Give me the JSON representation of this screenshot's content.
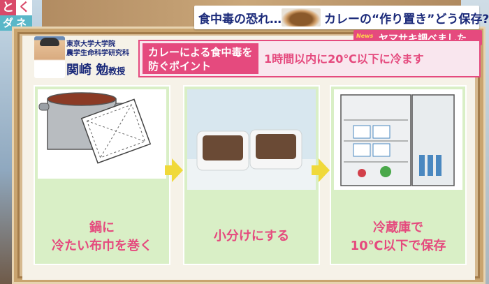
{
  "corner_logo": {
    "c1": "と",
    "c2": "く",
    "c3": "ダネ"
  },
  "banner": {
    "part1": "食中毒の恐れ…",
    "part2": "カレーの“作り置き”どう保存?",
    "sub_news": "News",
    "sub_text": "ヤマサキ調べました"
  },
  "professor": {
    "org_line1": "東京大学大学院",
    "org_line2": "農学生命科学研究科",
    "name": "関崎 勉",
    "title": "教授"
  },
  "headline": {
    "box_line1": "カレーによる食中毒を",
    "box_line2": "防ぐポイント",
    "rule": "1時間以内に20℃以下に冷ます"
  },
  "steps": [
    {
      "caption_line1": "鍋に",
      "caption_line2": "冷たい布巾を巻く"
    },
    {
      "caption_line1": "小分けにする",
      "caption_line2": ""
    },
    {
      "caption_line1": "冷蔵庫で",
      "caption_line2": "10℃以下で保存"
    }
  ],
  "colors": {
    "accent_pink": "#e54a7e",
    "navy": "#1b2a7a",
    "panel_green": "#d9efc6",
    "arrow_yellow": "#f0d93a"
  }
}
